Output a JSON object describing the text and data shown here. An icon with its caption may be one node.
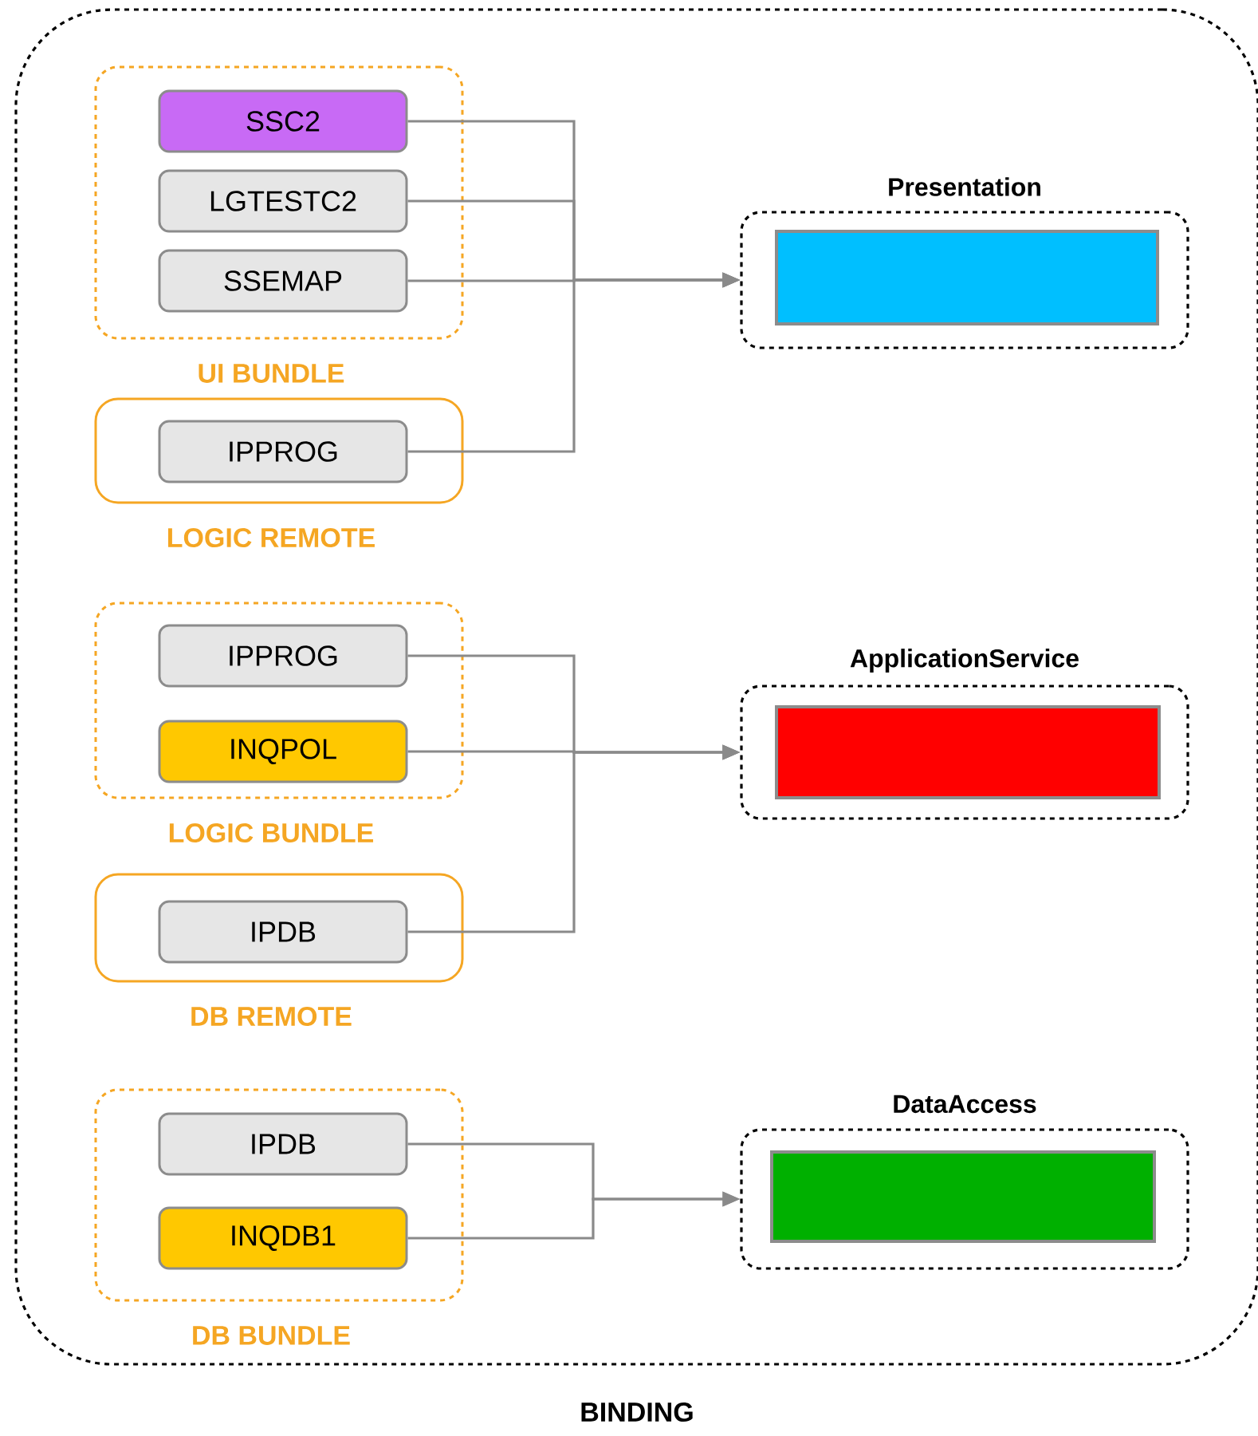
{
  "diagram": {
    "nodes": [
      {
        "text": [
          "BINDING"
        ]
      },
      {
        "text": [
          "UI BUNDLE"
        ],
        "in": 0
      },
      {
        "text": [
          "SSC2"
        ],
        "in": 1
      },
      {
        "text": [
          "LGTESTC2"
        ],
        "in": 1
      },
      {
        "text": [
          "SSEMAP"
        ],
        "in": 1
      },
      {
        "text": [
          "LOGIC REMOTE"
        ],
        "in": 0
      },
      {
        "text": [
          "IPPROG"
        ],
        "in": 5
      },
      {
        "text": [
          "Presentation"
        ],
        "in": 0
      },
      {
        "text": [],
        "shape": "bar",
        "in": 7
      },
      {
        "text": [
          "LOGIC BUNDLE"
        ],
        "in": 0
      },
      {
        "text": [
          "IPPROG"
        ],
        "in": 9
      },
      {
        "text": [
          "INQPOL"
        ],
        "in": 9
      },
      {
        "text": [
          "DB REMOTE"
        ],
        "in": 0
      },
      {
        "text": [
          "IPDB"
        ],
        "in": 12
      },
      {
        "text": [
          "ApplicationService"
        ],
        "in": 0
      },
      {
        "text": [],
        "shape": "bar",
        "in": 14
      },
      {
        "text": [
          "DB BUNDLE"
        ],
        "in": 0
      },
      {
        "text": [
          "IPDB"
        ],
        "in": 16
      },
      {
        "text": [
          "INQDB1"
        ],
        "in": 16
      },
      {
        "text": [
          "DataAccess"
        ],
        "in": 0
      },
      {
        "text": [],
        "shape": "bar",
        "in": 19
      }
    ],
    "edges": [
      {
        "from": 2,
        "to": 7,
        "arrow": "to"
      },
      {
        "from": 3,
        "to": 7,
        "arrow": "to"
      },
      {
        "from": 4,
        "to": 7,
        "arrow": "to"
      },
      {
        "from": 6,
        "to": 7,
        "arrow": "to"
      },
      {
        "from": 10,
        "to": 14,
        "arrow": "to"
      },
      {
        "from": 11,
        "to": 14,
        "arrow": "to"
      },
      {
        "from": 13,
        "to": 14,
        "arrow": "to"
      },
      {
        "from": 17,
        "to": 19,
        "arrow": "to"
      },
      {
        "from": 18,
        "to": 19,
        "arrow": "to"
      }
    ]
  }
}
